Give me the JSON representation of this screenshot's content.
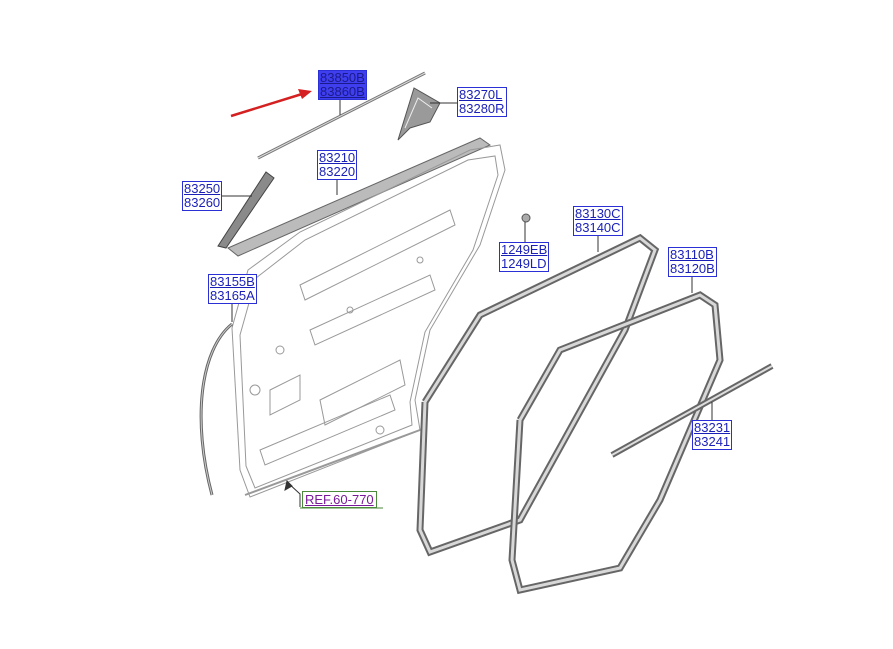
{
  "callouts": {
    "c1": {
      "top": "83850B",
      "bottom": "83860B"
    },
    "c2": {
      "top": "83270L",
      "bottom": "83280R"
    },
    "c3": {
      "top": "83210",
      "bottom": "83220"
    },
    "c4": {
      "top": "83250",
      "bottom": "83260"
    },
    "c5": {
      "top": "83130C",
      "bottom": "83140C"
    },
    "c6": {
      "top": "1249EB",
      "bottom": "1249LD"
    },
    "c7": {
      "top": "83155B",
      "bottom": "83165A"
    },
    "c8": {
      "top": "83110B",
      "bottom": "83120B"
    },
    "c9": {
      "top": "83231",
      "bottom": "83241"
    }
  },
  "ref": {
    "label": "REF.60-770"
  },
  "colors": {
    "callout_border": "#2a2fd6",
    "highlight": "#3f3ff0",
    "arrow": "#d42020",
    "part_line": "#555555"
  }
}
